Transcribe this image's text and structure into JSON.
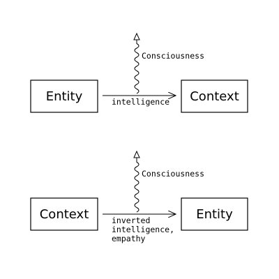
{
  "colors": {
    "stroke": "#000000",
    "background": "#ffffff"
  },
  "diagrams": [
    {
      "left_box": "Entity",
      "right_box": "Context",
      "arrow_label_lines": [
        "intelligence"
      ],
      "wave_label": "Consciousness"
    },
    {
      "left_box": "Context",
      "right_box": "Entity",
      "arrow_label_lines": [
        "inverted",
        "intelligence,",
        "empathy"
      ],
      "wave_label": "Consciousness"
    }
  ]
}
